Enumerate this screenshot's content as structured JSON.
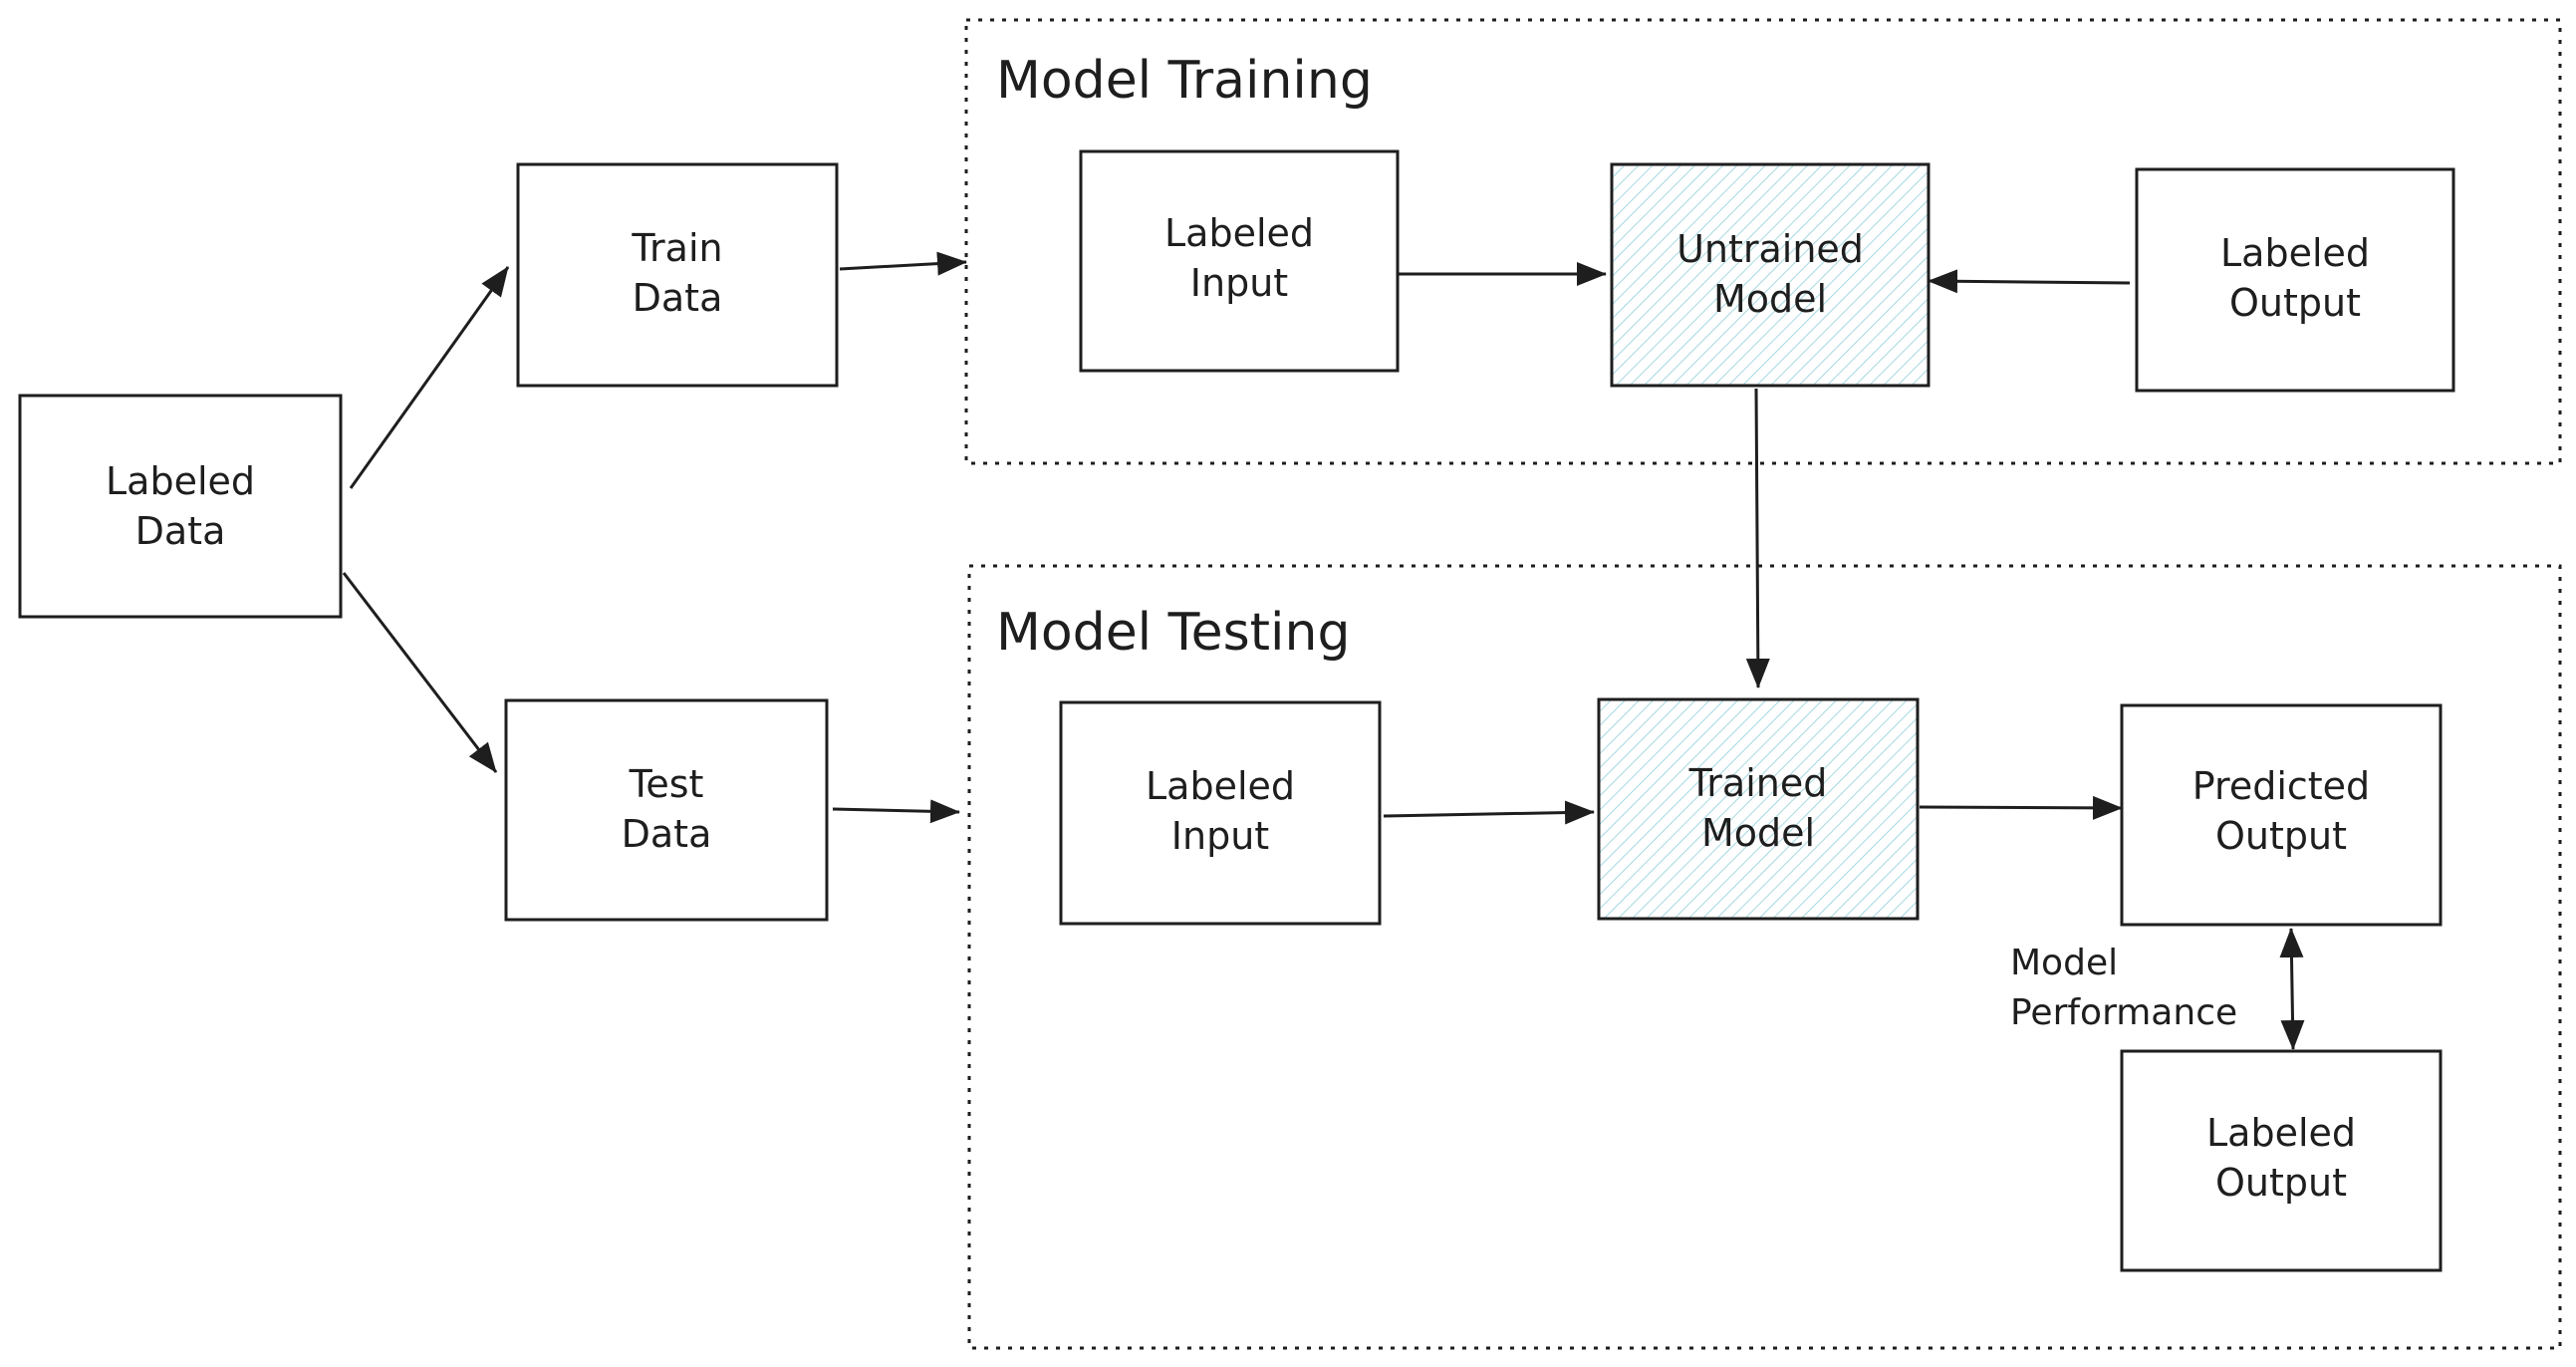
{
  "groups": {
    "training": {
      "title": "Model Training"
    },
    "testing": {
      "title": "Model Testing"
    }
  },
  "nodes": {
    "labeled_data": {
      "line1": "Labeled",
      "line2": "Data"
    },
    "train_data": {
      "line1": "Train",
      "line2": "Data"
    },
    "test_data": {
      "line1": "Test",
      "line2": "Data"
    },
    "train_labeled_input": {
      "line1": "Labeled",
      "line2": "Input"
    },
    "untrained_model": {
      "line1": "Untrained",
      "line2": "Model"
    },
    "train_labeled_output": {
      "line1": "Labeled",
      "line2": "Output"
    },
    "test_labeled_input": {
      "line1": "Labeled",
      "line2": "Input"
    },
    "trained_model": {
      "line1": "Trained",
      "line2": "Model"
    },
    "predicted_output": {
      "line1": "Predicted",
      "line2": "Output"
    },
    "test_labeled_output": {
      "line1": "Labeled",
      "line2": "Output"
    }
  },
  "edge_labels": {
    "model_performance": {
      "line1": "Model",
      "line2": "Performance"
    }
  },
  "colors": {
    "stroke": "#1e1e1e",
    "model_hatch": "#a5d8e0",
    "background": "#ffffff"
  }
}
